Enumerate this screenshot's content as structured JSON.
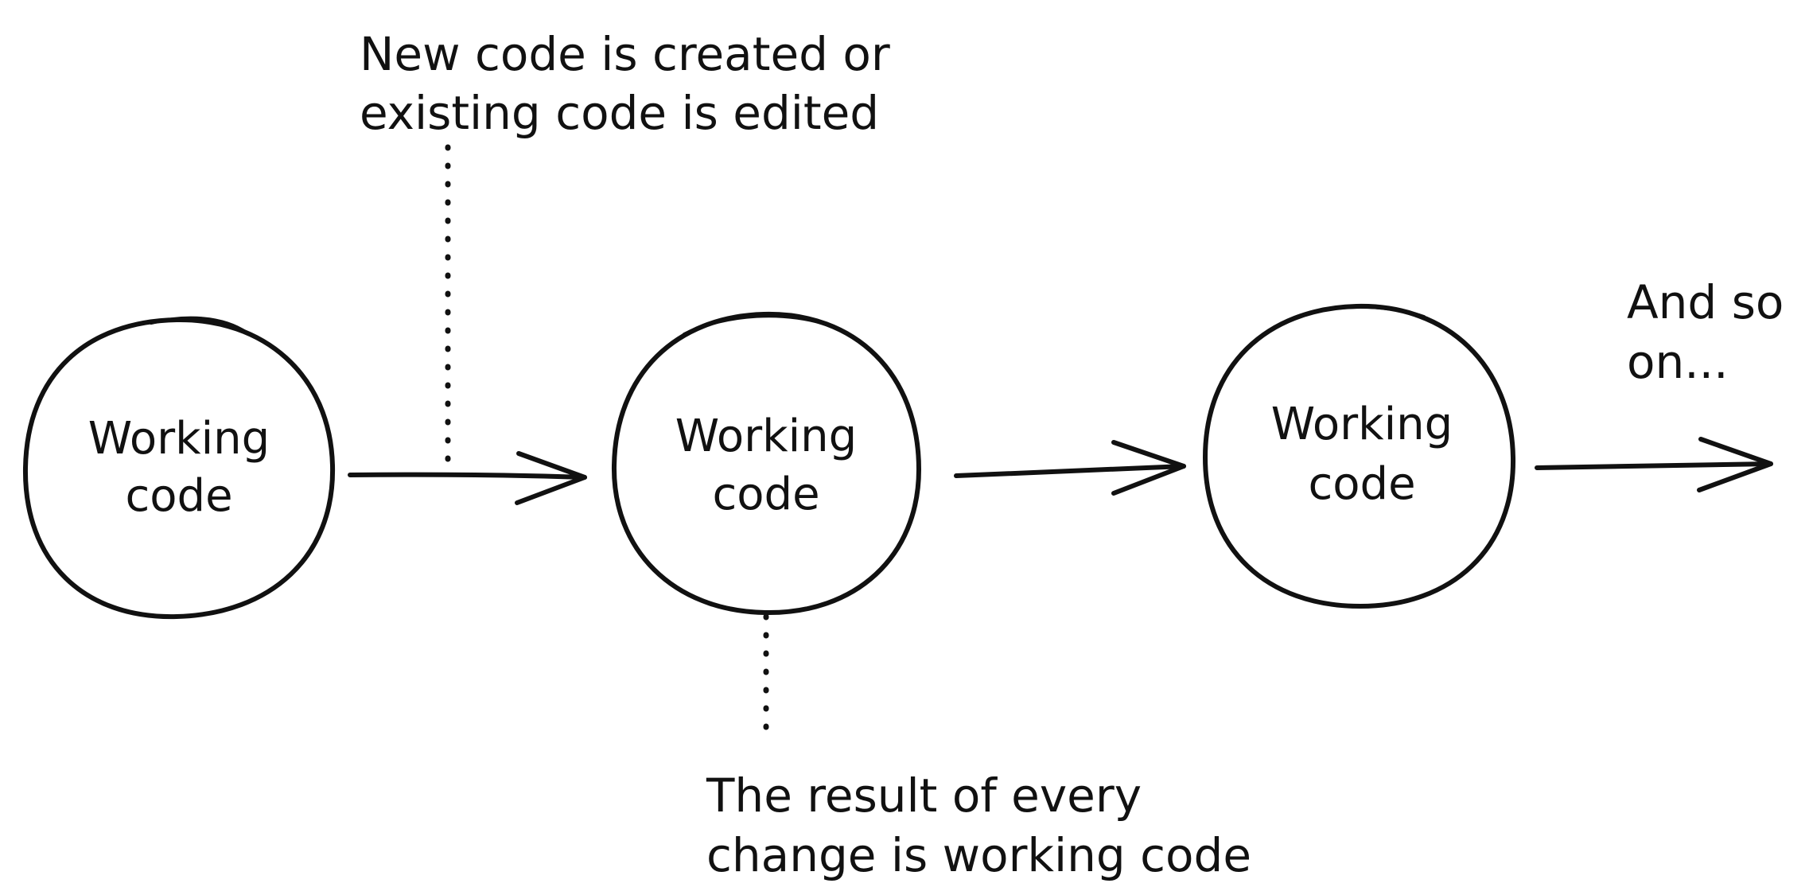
{
  "nodes": [
    {
      "id": "node-1",
      "lines": [
        "Working",
        "code"
      ]
    },
    {
      "id": "node-2",
      "lines": [
        "Working",
        "code"
      ]
    },
    {
      "id": "node-3",
      "lines": [
        "Working",
        "code"
      ]
    }
  ],
  "annotations": {
    "top": [
      "New code is created or",
      "existing code is edited"
    ],
    "bottom": [
      "The result of every",
      "change is working code"
    ],
    "continue": [
      "And so",
      "on..."
    ]
  },
  "colors": {
    "ink": "#111111",
    "background": "#ffffff"
  }
}
